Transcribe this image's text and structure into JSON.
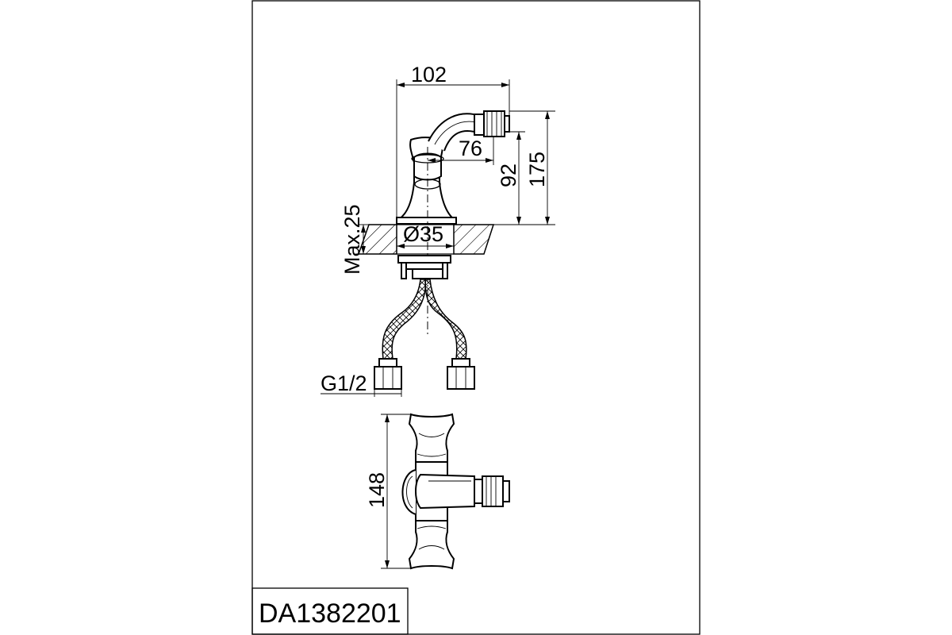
{
  "drawing": {
    "part_number": "DA1382201",
    "dimensions": {
      "width_overall": "102",
      "spout_reach": "76",
      "spout_height": "92",
      "total_height": "175",
      "max_counter_thickness": "Max.25",
      "hole_diameter": "Ø35",
      "connection_thread": "G1/2",
      "top_view_width": "148"
    }
  }
}
